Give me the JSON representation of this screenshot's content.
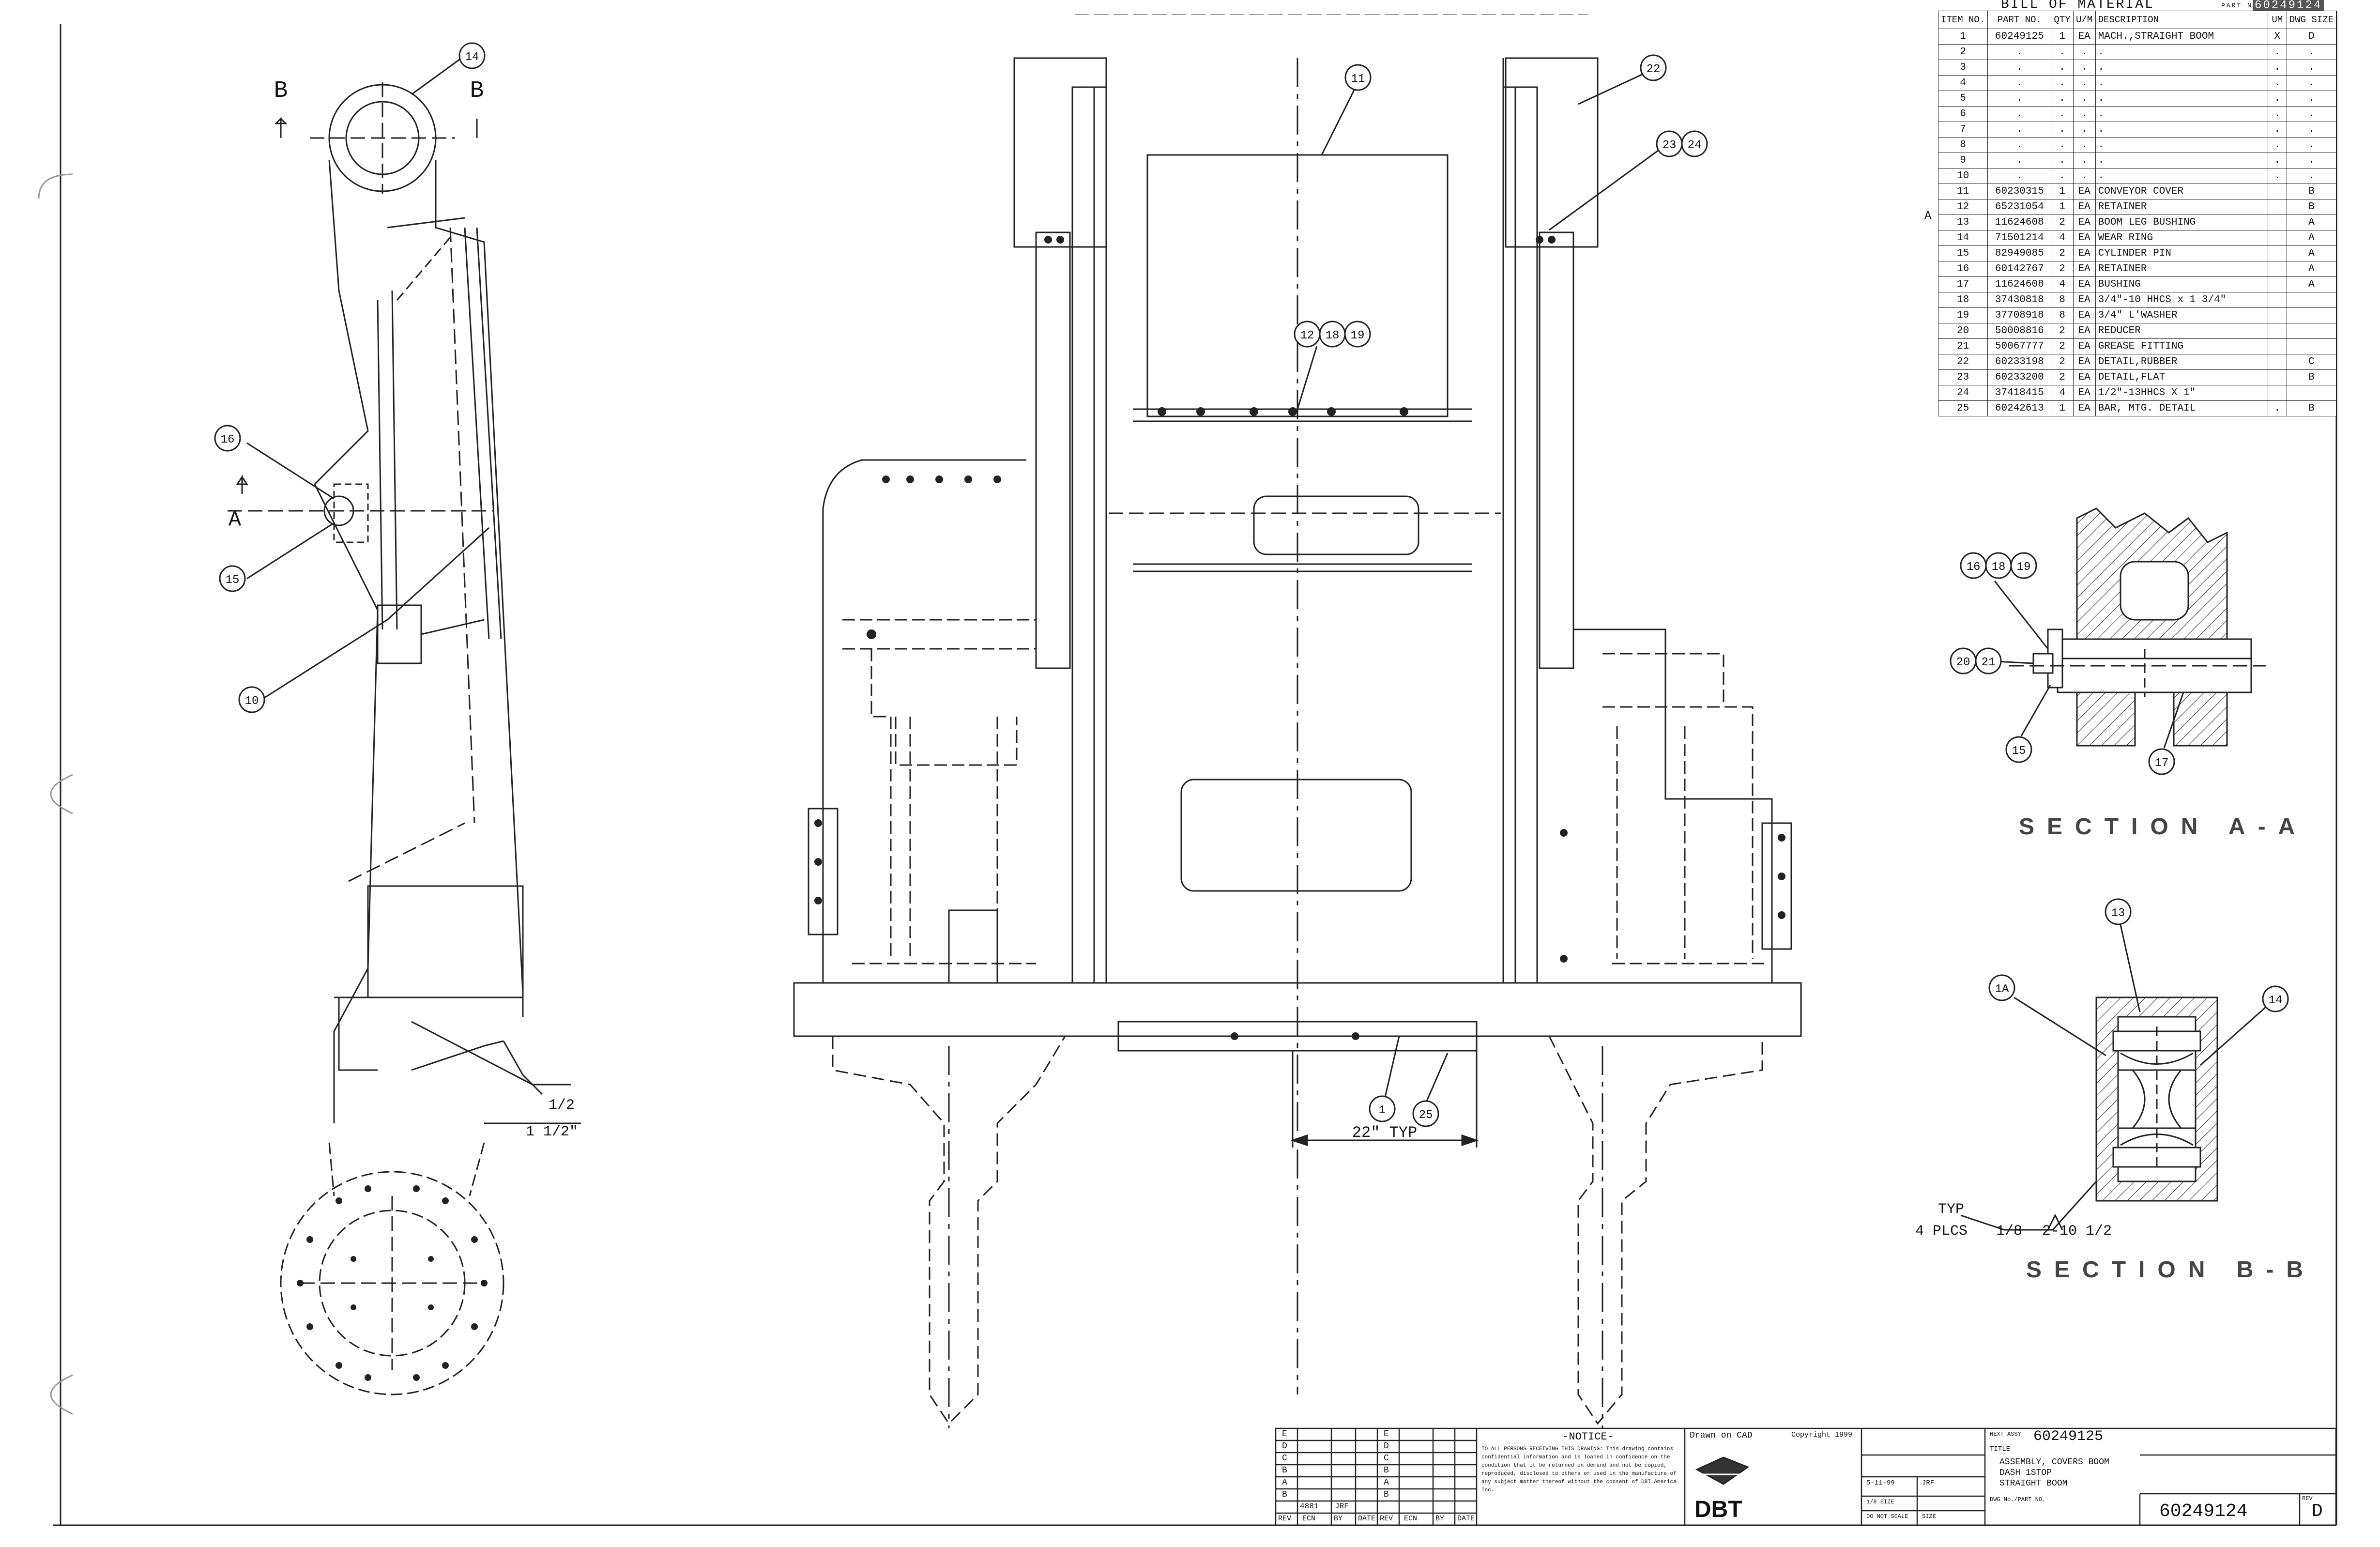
{
  "bom": {
    "title": "BILL OF MATERIAL",
    "part_no_label": "PART NO.",
    "part_no_value": "60249124",
    "headers": [
      "ITEM NO.",
      "PART NO.",
      "QTY",
      "U/M",
      "DESCRIPTION",
      "UM",
      "DWG SIZE"
    ],
    "rows": [
      [
        "1",
        "60249125",
        "1",
        "EA",
        "MACH.,STRAIGHT BOOM",
        "X",
        "D"
      ],
      [
        "2",
        ".",
        ".",
        ".",
        ".",
        ".",
        "."
      ],
      [
        "3",
        ".",
        ".",
        ".",
        ".",
        ".",
        "."
      ],
      [
        "4",
        ".",
        ".",
        ".",
        ".",
        ".",
        "."
      ],
      [
        "5",
        ".",
        ".",
        ".",
        ".",
        ".",
        "."
      ],
      [
        "6",
        ".",
        ".",
        ".",
        ".",
        ".",
        "."
      ],
      [
        "7",
        ".",
        ".",
        ".",
        ".",
        ".",
        "."
      ],
      [
        "8",
        ".",
        ".",
        ".",
        ".",
        ".",
        "."
      ],
      [
        "9",
        ".",
        ".",
        ".",
        ".",
        ".",
        "."
      ],
      [
        "10",
        ".",
        ".",
        ".",
        ".",
        ".",
        "."
      ],
      [
        "11",
        "60230315",
        "1",
        "EA",
        "CONVEYOR COVER",
        "",
        "B"
      ],
      [
        "12",
        "65231054",
        "1",
        "EA",
        "RETAINER",
        "",
        "B"
      ],
      [
        "13",
        "11624608",
        "2",
        "EA",
        "BOOM LEG BUSHING",
        "",
        "A"
      ],
      [
        "14",
        "71501214",
        "4",
        "EA",
        "WEAR RING",
        "",
        "A"
      ],
      [
        "15",
        "82949085",
        "2",
        "EA",
        "CYLINDER PIN",
        "",
        "A"
      ],
      [
        "16",
        "60142767",
        "2",
        "EA",
        "RETAINER",
        "",
        "A"
      ],
      [
        "17",
        "11624608",
        "4",
        "EA",
        "BUSHING",
        "",
        "A"
      ],
      [
        "18",
        "37430818",
        "8",
        "EA",
        "3/4\"-10 HHCS x 1 3/4\"",
        "",
        ""
      ],
      [
        "19",
        "37708918",
        "8",
        "EA",
        "3/4\" L'WASHER",
        "",
        ""
      ],
      [
        "20",
        "50008816",
        "2",
        "EA",
        "REDUCER",
        "",
        ""
      ],
      [
        "21",
        "50067777",
        "2",
        "EA",
        "GREASE FITTING",
        "",
        ""
      ],
      [
        "22",
        "60233198",
        "2",
        "EA",
        "DETAIL,RUBBER",
        "",
        "C"
      ],
      [
        "23",
        "60233200",
        "2",
        "EA",
        "DETAIL,FLAT",
        "",
        "B"
      ],
      [
        "24",
        "37418415",
        "4",
        "EA",
        "1/2\"-13HHCS X 1\"",
        "",
        ""
      ],
      [
        "25",
        "60242613",
        "1",
        "EA",
        "BAR, MTG. DETAIL",
        ".",
        "B"
      ]
    ],
    "rev_marker": "A"
  },
  "side_view": {
    "section_b": "B",
    "section_a": "A",
    "balloons": [
      "14",
      "16",
      "15",
      "10"
    ],
    "dim_weld": "1/2",
    "dim_offset": "1 1/2\""
  },
  "front_view": {
    "balloons": [
      "11",
      "22",
      "23",
      "24",
      "12",
      "18",
      "19",
      "1",
      "25"
    ],
    "dim_width": "22\" TYP"
  },
  "section_aa": {
    "title": "SECTION A-A",
    "balloons": [
      "16",
      "18",
      "19",
      "20",
      "21",
      "15",
      "17"
    ]
  },
  "section_bb": {
    "title": "SECTION B-B",
    "balloons": [
      "13",
      "1A",
      "14"
    ],
    "weld_note_1": "TYP",
    "weld_note_2": "4 PLCS",
    "weld_note_3": "1/8",
    "weld_note_4": "2-10 1/2"
  },
  "title_block": {
    "rev_letters_left": [
      "E",
      "D",
      "C",
      "B",
      "A",
      "B"
    ],
    "rev_letters_right": [
      "E",
      "D",
      "C",
      "B",
      "A",
      "B"
    ],
    "rev_row_a": [
      "A",
      "4881",
      "JRF"
    ],
    "rev_headers": [
      "REV",
      "ECN",
      "BY",
      "DATE",
      "REV",
      "ECN",
      "BY",
      "DATE"
    ],
    "notice_title": "-NOTICE-",
    "notice_text": "TO ALL PERSONS RECEIVING THIS DRAWING: This drawing contains confidential information and is loaned in confidence on the condition that it be returned on demand and not be copied, reproduced, disclosed to others or used in the manufacture of any subject matter thereof without the consent of DBT America Inc.",
    "drawn_on": "Drawn on CAD",
    "copyright": "Copyright 1999",
    "logo_text": "DBT",
    "next_assy_label": "NEXT ASSY",
    "next_assy": "60249125",
    "title_label": "TITLE",
    "title_line1": "ASSEMBLY, COVERS BOOM",
    "title_line2": "DASH 1STOP",
    "title_line3": "STRAIGHT BOOM",
    "dwg_no_label": "DWG No./PART NO.",
    "dwg_no": "60249124",
    "rev_label": "REV",
    "rev": "D",
    "date": "5-11-99",
    "drawn_by": "JRF",
    "scale": "1/8 SIZE",
    "size_label": "SIZE",
    "do_not_scale": "DO NOT SCALE"
  }
}
